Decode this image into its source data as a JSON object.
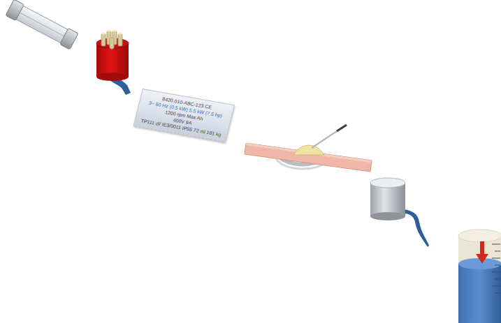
{
  "diagram": {
    "nodes": [
      {
        "text": [
          "8420.010-ABC-123 CE",
          "3~ 60 Hz (0.5 kW) 5.5 kW (7.5 hp)",
          "1200 rpm Max Ah",
          "400V 9A",
          "TP111 cl/ IE3/0011 IP55 72 ml 181 kg"
        ]
      }
    ]
  }
}
